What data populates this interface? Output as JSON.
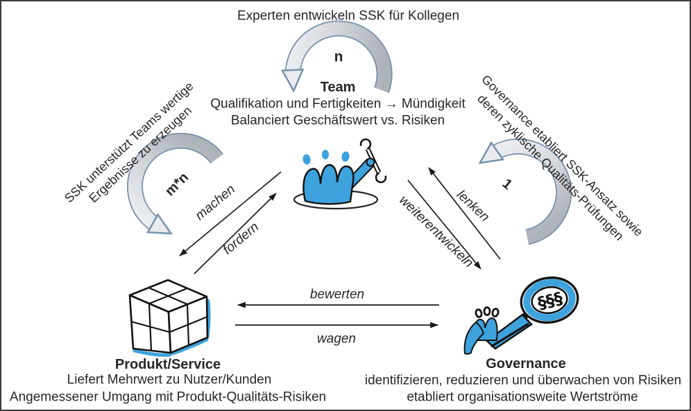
{
  "top_loop": {
    "caption": "Experten entwickeln SSK für Kollegen",
    "multiplicity": "n"
  },
  "team": {
    "title": "Team",
    "desc1": "Qualifikation und Fertigkeiten → Mündigkeit",
    "desc2": "Balanciert Geschäftswert vs. Risiken"
  },
  "left_loop": {
    "note1": "SSK unterstützt Teams wertige",
    "note2": "Ergebnisse zu erzeugen",
    "multiplicity": "m*n"
  },
  "right_loop": {
    "note1": "Governance etabliert SSK-Ansatz sowie",
    "note2": "deren zyklische Qualitäts-Prüfungen",
    "multiplicity": "1"
  },
  "edges": {
    "machen": "machen",
    "fordern": "fordern",
    "lenken": "lenken",
    "weiterentwickeln": "weiterentwickeln",
    "bewerten": "bewerten",
    "wagen": "wagen"
  },
  "product": {
    "title": "Produkt/Service",
    "desc1": "Liefert Mehrwert zu Nutzer/Kunden",
    "desc2": "Angemessener Umgang mit Produkt-Qualitäts-Risiken"
  },
  "governance": {
    "title": "Governance",
    "desc1": "identifizieren, reduzieren und überwachen von Risiken",
    "desc2": "etabliert organisationsweite Wertströme",
    "lens_symbols": "§§§"
  },
  "colors": {
    "accent_blue": "#3EA2DC",
    "arc_fill_light": "#e9ebee",
    "arc_fill_dark": "#aeb2b9",
    "arc_outline": "#7590ad",
    "text": "#262626"
  }
}
